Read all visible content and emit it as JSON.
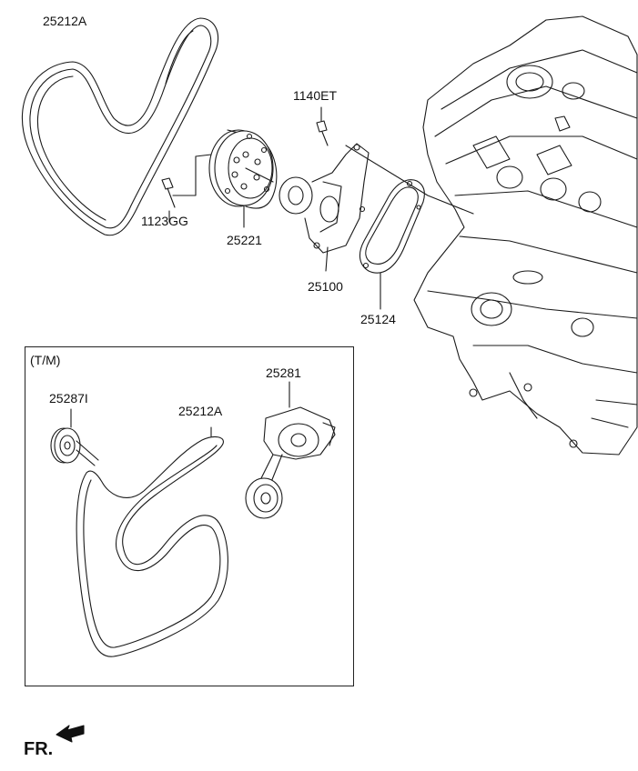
{
  "diagram": {
    "labels": {
      "belt_top": "25212A",
      "bolt_1140": "1140ET",
      "bolt_1123": "1123GG",
      "pulley": "25221",
      "pump": "25100",
      "gasket": "25124",
      "tm_box": "(T/M)",
      "idler": "25287I",
      "belt_tm": "25212A",
      "tensioner": "25281",
      "front": "FR."
    },
    "colors": {
      "stroke": "#1a1a1a",
      "fill": "#ffffff",
      "shade": "#d8d8d8"
    },
    "icons": {
      "front_arrow": "front-direction-arrow-icon"
    }
  }
}
